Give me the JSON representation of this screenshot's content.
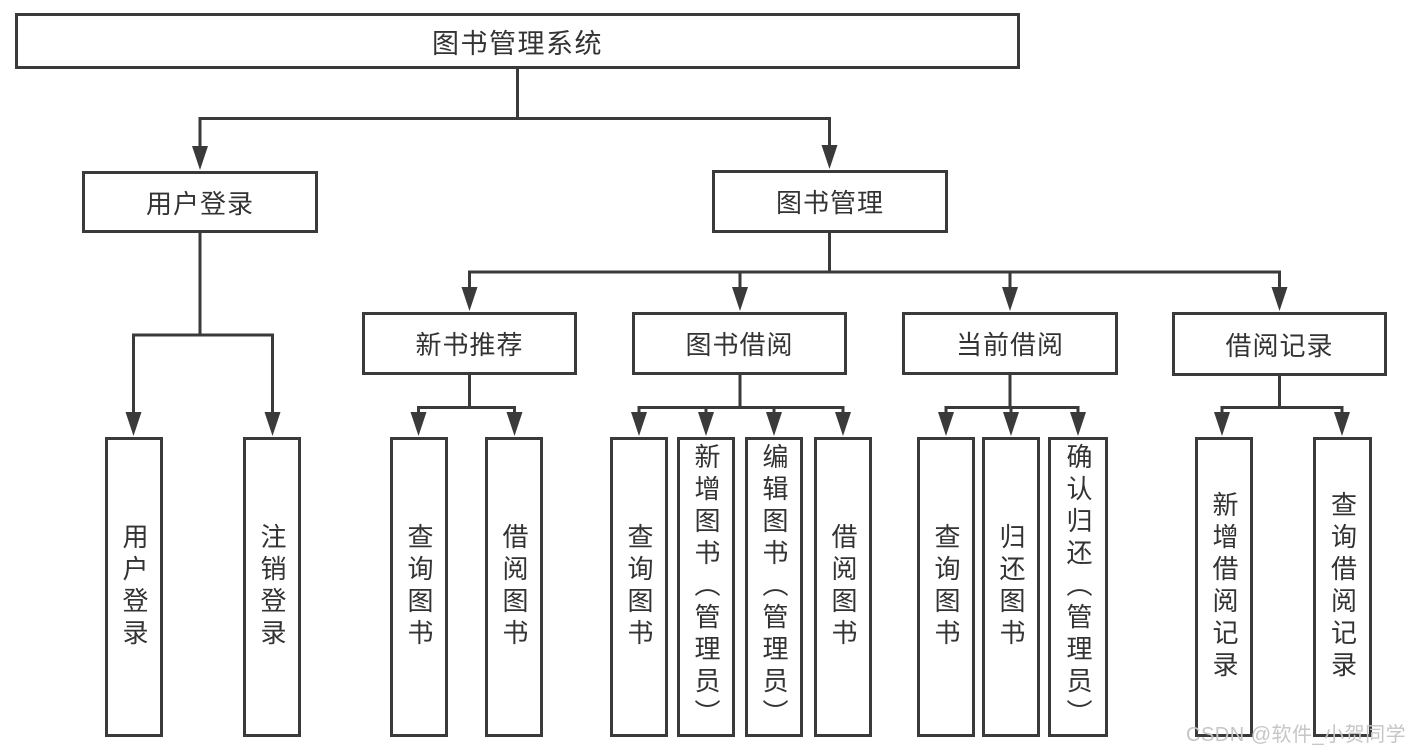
{
  "diagram": {
    "root": {
      "label": "图书管理系统"
    },
    "branches": [
      {
        "label": "用户登录",
        "children": [
          {
            "label": "用户登录"
          },
          {
            "label": "注销登录"
          }
        ]
      },
      {
        "label": "图书管理",
        "children": [
          {
            "label": "新书推荐",
            "children": [
              {
                "label": "查询图书"
              },
              {
                "label": "借阅图书"
              }
            ]
          },
          {
            "label": "图书借阅",
            "children": [
              {
                "label": "查询图书"
              },
              {
                "label": "新增图书（管理员）"
              },
              {
                "label": "编辑图书（管理员）"
              },
              {
                "label": "借阅图书"
              }
            ]
          },
          {
            "label": "当前借阅",
            "children": [
              {
                "label": "查询图书"
              },
              {
                "label": "归还图书"
              },
              {
                "label": "确认归还（管理员）"
              }
            ]
          },
          {
            "label": "借阅记录",
            "children": [
              {
                "label": "新增借阅记录"
              },
              {
                "label": "查询借阅记录"
              }
            ]
          }
        ]
      }
    ]
  },
  "watermark": {
    "text": "CSDN @软件_小贺同学"
  },
  "colors": {
    "line": "#3a3a3a",
    "text": "#333333",
    "watermark": "#c6c6c6",
    "background": "#ffffff"
  }
}
